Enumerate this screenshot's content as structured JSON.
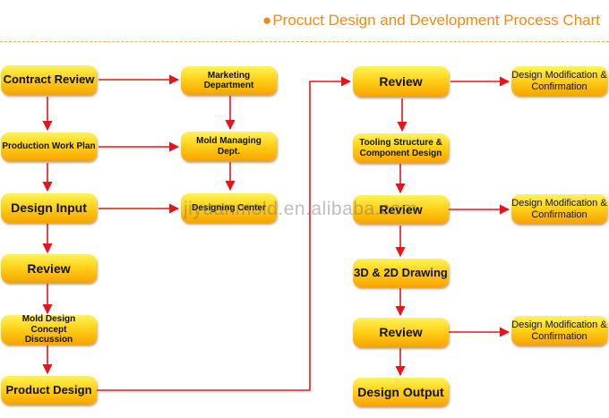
{
  "title": {
    "bullet": "●",
    "text": "Procuct Design and Development Process Chart"
  },
  "watermark": "jiyuanmold.en.alibaba.com",
  "colors": {
    "accent": "#f08a12",
    "arrow": "#e8141c",
    "box_top": "#fff35a",
    "box_bottom": "#f7a300"
  },
  "left_column": [
    "Contract Review",
    "Production Work Plan",
    "Design Input",
    "Review",
    "Mold Design Concept Discussion",
    "Product Design"
  ],
  "middle_column": [
    "Marketing Department",
    "Mold Managing Dept.",
    "Designing Center"
  ],
  "right_column": [
    "Review",
    "Tooling Structure & Component Design",
    "Review",
    "3D & 2D Drawing",
    "Review",
    "Design Output"
  ],
  "far_right_column": [
    "Design Modification & Confirmation",
    "Design Modification & Confirmation",
    "Design Modification & Confirmation"
  ]
}
